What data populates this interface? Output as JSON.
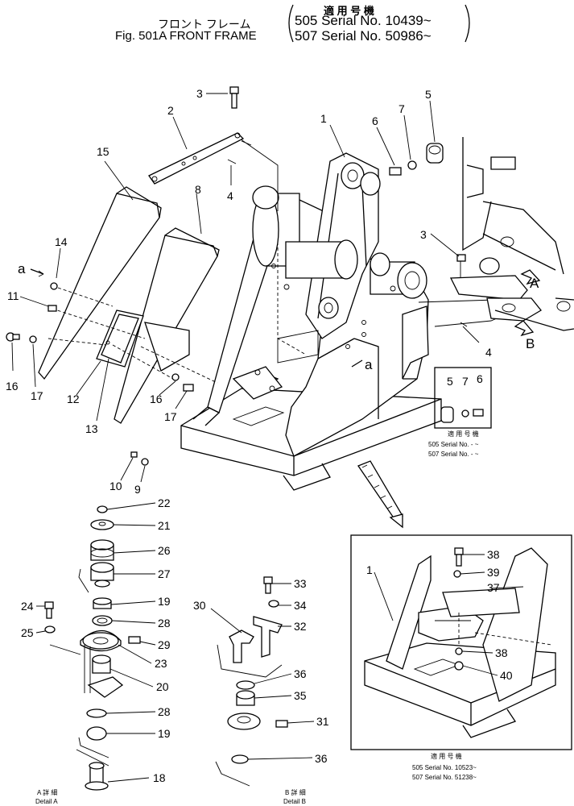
{
  "header": {
    "title_jp": "フロント フレーム",
    "title_en": "Fig. 501A FRONT FRAME",
    "applicable_label": "適 用 号 機",
    "serial_line_1": "505 Serial No. 10439~",
    "serial_line_2": "507 Serial No. 50986~"
  },
  "part_numbers": [
    "1",
    "2",
    "3",
    "4",
    "5",
    "6",
    "7",
    "8",
    "9",
    "10",
    "11",
    "12",
    "13",
    "14",
    "15",
    "16",
    "17",
    "18",
    "19",
    "20",
    "21",
    "22",
    "23",
    "24",
    "25",
    "26",
    "27",
    "28",
    "29",
    "30",
    "31",
    "32",
    "33",
    "34",
    "35",
    "36",
    "37",
    "38",
    "39",
    "40"
  ],
  "view_markers": {
    "a": "a",
    "A": "A",
    "B": "B"
  },
  "small_box": {
    "applicable_label": "適 用 号 機",
    "line_1": "505 Serial No. - ~",
    "line_2": "507 Serial No. - ~"
  },
  "inset": {
    "applicable_label": "適 用 号 機",
    "line_1": "505 Serial No. 10523~",
    "line_2": "507 Serial No. 51238~"
  },
  "details": {
    "a_jp": "A 詳 細",
    "a_en": "Detail A",
    "b_jp": "B 詳 細",
    "b_en": "Detail B"
  }
}
